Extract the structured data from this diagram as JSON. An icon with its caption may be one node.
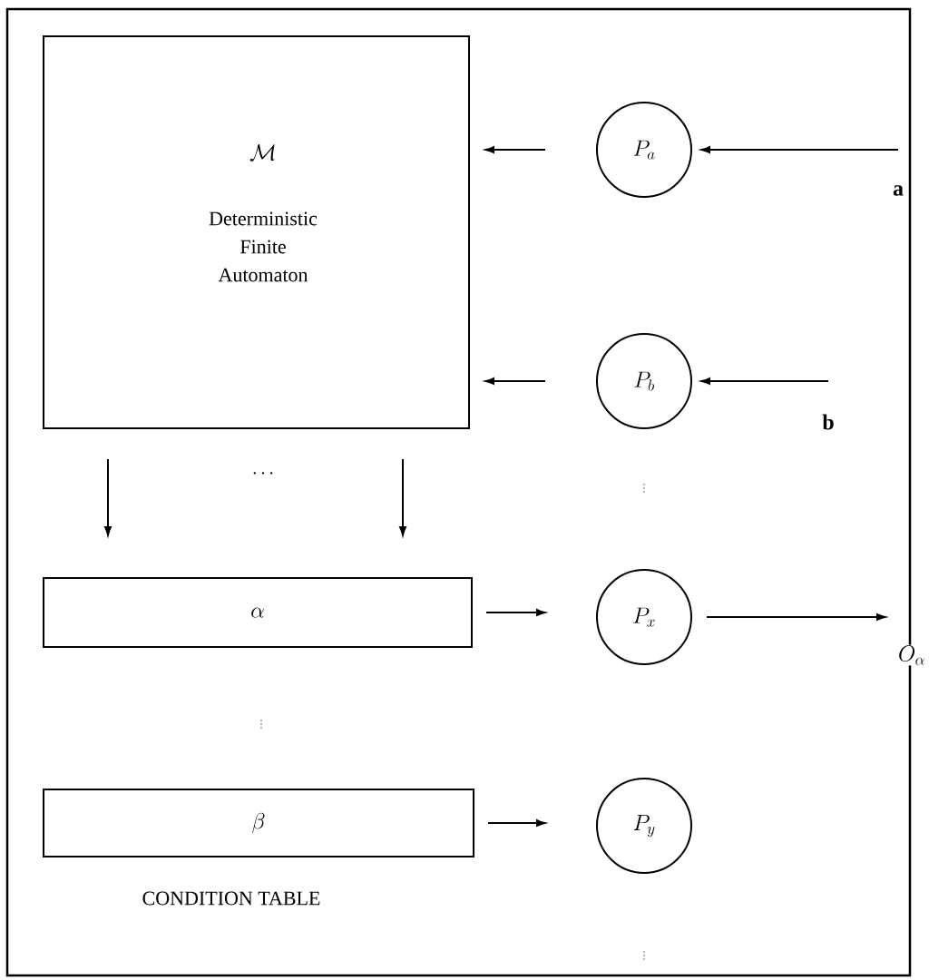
{
  "diagram": {
    "nodes": [
      {
        "text": [],
        "shape": "box"
      },
      {
        "text": [
          "\\mathcal{M}",
          "Deterministic Finite Automaton"
        ],
        "in": 0
      },
      {
        "text": [
          "P_a"
        ],
        "in": 0
      },
      {
        "text": [
          "P_b"
        ],
        "in": 0
      },
      {
        "text": [
          "\\alpha"
        ],
        "in": 0
      },
      {
        "text": [
          "P_x"
        ],
        "in": 0
      },
      {
        "text": [
          "\\beta"
        ],
        "in": 0
      },
      {
        "text": [
          "P_y"
        ],
        "in": 0
      }
    ],
    "edges": [
      {
        "from": null,
        "to": 2,
        "arrow": "to",
        "label": "a"
      },
      {
        "from": 2,
        "to": 1,
        "arrow": "to"
      },
      {
        "from": null,
        "to": 3,
        "arrow": "to",
        "label": "b"
      },
      {
        "from": 3,
        "to": 1,
        "arrow": "to"
      },
      {
        "from": 1,
        "to": 4,
        "arrow": "to"
      },
      {
        "from": 1,
        "to": 4,
        "arrow": "to"
      },
      {
        "from": 4,
        "to": 5,
        "arrow": "to"
      },
      {
        "from": 5,
        "to": null,
        "arrow": "to",
        "label": "O_\\alpha"
      },
      {
        "from": 6,
        "to": 7,
        "arrow": "to"
      }
    ],
    "labels": [
      "\\cdots",
      "\\vdots",
      "\\vdots",
      "CONDITION TABLE",
      "\\vdots"
    ]
  }
}
